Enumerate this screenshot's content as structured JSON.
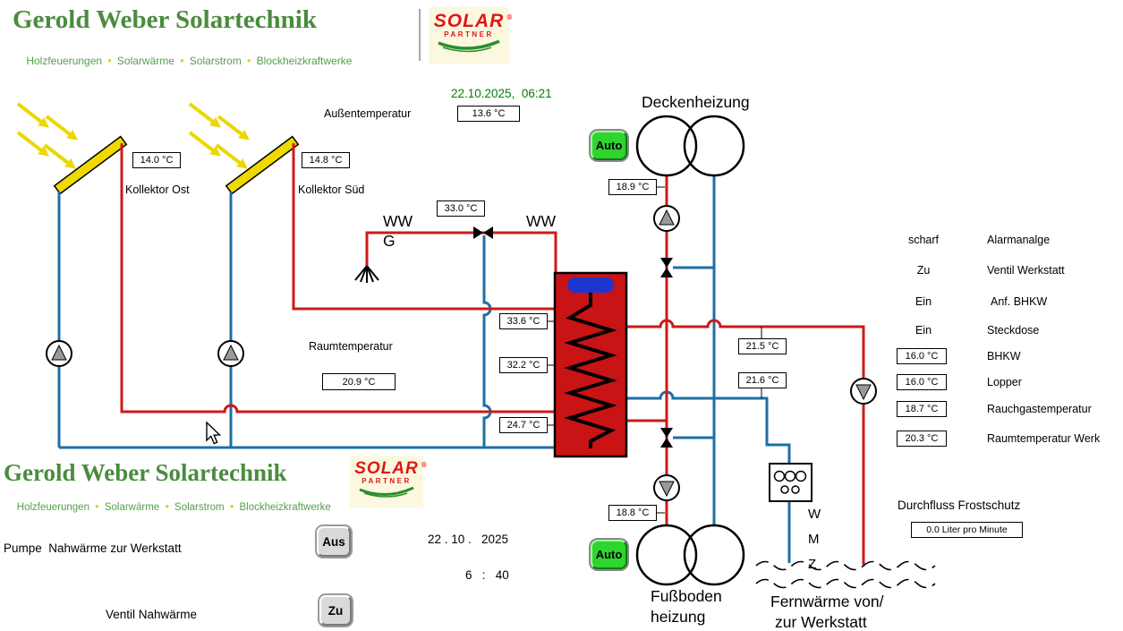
{
  "brand": {
    "name": "Gerold Weber Solartechnik",
    "tagline": [
      "Holzfeuerungen",
      "Solarwärme",
      "Solarstrom",
      "Blockheizkraftwerke"
    ],
    "solar": "SOLAR",
    "partner": "PARTNER",
    "reg": "®"
  },
  "header": {
    "datetime": "22.10.2025,  06:21"
  },
  "labels": {
    "aussentemperatur": "Außentemperatur",
    "deckenheizung": "Deckenheizung",
    "kollektor_ost": "Kollektor Ost",
    "kollektor_sued": "Kollektor Süd",
    "ww_left": "WW",
    "g": "G",
    "ww_right": "WW",
    "raumtemperatur": "Raumtemperatur",
    "fussboden_line1": "Fußboden",
    "fussboden_line2": "heizung",
    "fernwaerme_line1": "Fernwärme von/",
    "fernwaerme_line2": "zur Werkstatt",
    "wmz": [
      "W",
      "M",
      "Z"
    ],
    "durchfluss_frostschutz": "Durchfluss Frostschutz",
    "pumpe_nahwaerme": "Pumpe  Nahwärme zur Werkstatt",
    "ventil_nahwaerme": "Ventil Nahwärme"
  },
  "values": {
    "aussentemperatur": "13.6 °C",
    "kollektor_ost": "14.0 °C",
    "kollektor_sued": "14.8 °C",
    "ww_vorlauf": "33.0 °C",
    "decken_vorlauf": "18.9 °C",
    "speicher_oben": "33.6 °C",
    "speicher_mitte": "32.2 °C",
    "speicher_unten": "24.7 °C",
    "raumtemperatur": "20.9 °C",
    "leitung_1": "21.5 °C",
    "leitung_2": "21.6 °C",
    "fussboden_vorlauf": "18.8 °C",
    "durchfluss": "0.0 Liter pro Minute"
  },
  "buttons": {
    "auto_decke": "Auto",
    "auto_fussboden": "Auto",
    "pumpe_nahwaerme": "Aus",
    "ventil_nahwaerme": "Zu"
  },
  "status_panel": {
    "rows": [
      {
        "state": "scharf",
        "label": "Alarmanalge"
      },
      {
        "state": "Zu",
        "label": "Ventil Werkstatt"
      },
      {
        "state": "Ein",
        "label": "Anf. BHKW"
      },
      {
        "state": "Ein",
        "label": "Steckdose"
      }
    ],
    "temps": [
      {
        "value": "16.0 °C",
        "label": "BHKW"
      },
      {
        "value": "16.0 °C",
        "label": "Lopper"
      },
      {
        "value": "18.7 °C",
        "label": "Rauchgastemperatur"
      },
      {
        "value": "20.3 °C",
        "label": "Raumtemperatur Werk"
      }
    ]
  },
  "datetime_panel": {
    "date": "22 . 10 .   2025",
    "time": "6   :   40"
  }
}
